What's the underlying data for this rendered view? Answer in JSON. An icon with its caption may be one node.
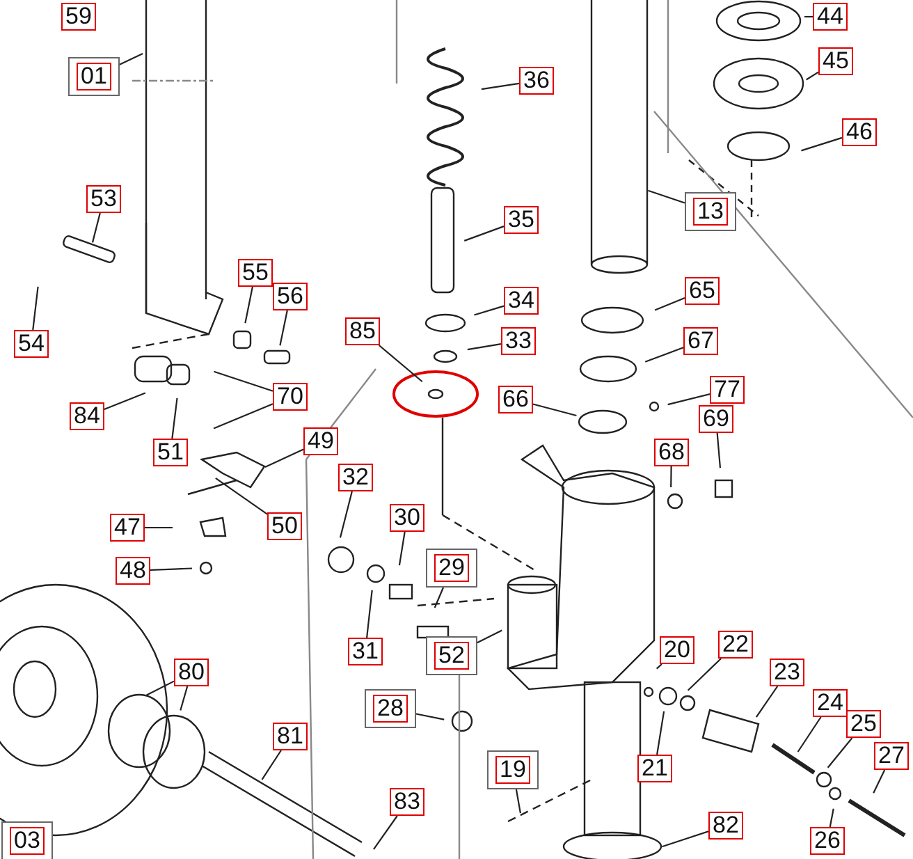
{
  "diagram": {
    "nodes": [
      {
        "text": [
          "59"
        ]
      },
      {
        "text": [
          "01"
        ]
      },
      {
        "text": [
          "44"
        ]
      },
      {
        "text": [
          "36"
        ]
      },
      {
        "text": [
          "45"
        ]
      },
      {
        "text": [
          "46"
        ]
      },
      {
        "text": [
          "53"
        ]
      },
      {
        "text": [
          "13"
        ]
      },
      {
        "text": [
          "35"
        ]
      },
      {
        "text": [
          "55"
        ]
      },
      {
        "text": [
          "56"
        ]
      },
      {
        "text": [
          "65"
        ]
      },
      {
        "text": [
          "34"
        ]
      },
      {
        "text": [
          "54"
        ]
      },
      {
        "text": [
          "85"
        ]
      },
      {
        "text": [
          "33"
        ]
      },
      {
        "text": [
          "67"
        ]
      },
      {
        "text": [
          "70"
        ]
      },
      {
        "text": [
          "84"
        ]
      },
      {
        "text": [
          "77"
        ]
      },
      {
        "text": [
          "66"
        ]
      },
      {
        "text": [
          "51"
        ]
      },
      {
        "text": [
          "68"
        ]
      },
      {
        "text": [
          "69"
        ]
      },
      {
        "text": [
          "49"
        ]
      },
      {
        "text": [
          "32"
        ]
      },
      {
        "text": [
          "30"
        ]
      },
      {
        "text": [
          "50"
        ]
      },
      {
        "text": [
          "47"
        ]
      },
      {
        "text": [
          "29"
        ]
      },
      {
        "text": [
          "48"
        ]
      },
      {
        "text": [
          "31"
        ]
      },
      {
        "text": [
          "52"
        ]
      },
      {
        "text": [
          "20"
        ]
      },
      {
        "text": [
          "22"
        ]
      },
      {
        "text": [
          "80"
        ]
      },
      {
        "text": [
          "23"
        ]
      },
      {
        "text": [
          "28"
        ]
      },
      {
        "text": [
          "24"
        ]
      },
      {
        "text": [
          "25"
        ]
      },
      {
        "text": [
          "21"
        ]
      },
      {
        "text": [
          "81"
        ]
      },
      {
        "text": [
          "19"
        ]
      },
      {
        "text": [
          "27"
        ]
      },
      {
        "text": [
          "83"
        ]
      },
      {
        "text": [
          "82"
        ]
      },
      {
        "text": [
          "26"
        ]
      },
      {
        "text": [
          "03"
        ]
      }
    ],
    "edges": [
      {
        "from": 1,
        "to": null,
        "arrow": "none"
      },
      {
        "from": 2,
        "to": null,
        "arrow": "none"
      },
      {
        "from": 3,
        "to": null,
        "arrow": "none"
      },
      {
        "from": 4,
        "to": null,
        "arrow": "none"
      },
      {
        "from": 5,
        "to": null,
        "arrow": "none"
      },
      {
        "from": 6,
        "to": null,
        "arrow": "none"
      },
      {
        "from": 7,
        "to": null,
        "arrow": "none"
      },
      {
        "from": 8,
        "to": null,
        "arrow": "none"
      },
      {
        "from": 9,
        "to": null,
        "arrow": "none"
      },
      {
        "from": 10,
        "to": null,
        "arrow": "none"
      },
      {
        "from": 11,
        "to": null,
        "arrow": "none"
      },
      {
        "from": 12,
        "to": null,
        "arrow": "none"
      },
      {
        "from": 13,
        "to": null,
        "arrow": "none"
      },
      {
        "from": 14,
        "to": null,
        "arrow": "none"
      },
      {
        "from": 15,
        "to": null,
        "arrow": "none"
      },
      {
        "from": 16,
        "to": null,
        "arrow": "none"
      },
      {
        "from": 17,
        "to": null,
        "arrow": "none"
      },
      {
        "from": 17,
        "to": null,
        "arrow": "none"
      },
      {
        "from": 18,
        "to": null,
        "arrow": "none"
      },
      {
        "from": 19,
        "to": null,
        "arrow": "none"
      },
      {
        "from": 20,
        "to": null,
        "arrow": "none"
      },
      {
        "from": 21,
        "to": null,
        "arrow": "none"
      },
      {
        "from": 22,
        "to": null,
        "arrow": "none"
      },
      {
        "from": 23,
        "to": null,
        "arrow": "none"
      },
      {
        "from": 24,
        "to": null,
        "arrow": "none"
      },
      {
        "from": 25,
        "to": null,
        "arrow": "none"
      },
      {
        "from": 26,
        "to": null,
        "arrow": "none"
      },
      {
        "from": 27,
        "to": null,
        "arrow": "none"
      },
      {
        "from": 28,
        "to": null,
        "arrow": "none"
      },
      {
        "from": 29,
        "to": null,
        "arrow": "none"
      },
      {
        "from": 30,
        "to": null,
        "arrow": "none"
      },
      {
        "from": 31,
        "to": null,
        "arrow": "none"
      },
      {
        "from": 32,
        "to": null,
        "arrow": "none"
      },
      {
        "from": 33,
        "to": null,
        "arrow": "none"
      },
      {
        "from": 34,
        "to": null,
        "arrow": "none"
      },
      {
        "from": 35,
        "to": null,
        "arrow": "none"
      },
      {
        "from": 35,
        "to": null,
        "arrow": "none"
      },
      {
        "from": 36,
        "to": null,
        "arrow": "none"
      },
      {
        "from": 37,
        "to": null,
        "arrow": "none"
      },
      {
        "from": 38,
        "to": null,
        "arrow": "none"
      },
      {
        "from": 39,
        "to": null,
        "arrow": "none"
      },
      {
        "from": 40,
        "to": null,
        "arrow": "none"
      },
      {
        "from": 41,
        "to": null,
        "arrow": "none"
      },
      {
        "from": 42,
        "to": null,
        "arrow": "none"
      },
      {
        "from": 43,
        "to": null,
        "arrow": "none"
      },
      {
        "from": 44,
        "to": null,
        "arrow": "none"
      },
      {
        "from": 45,
        "to": null,
        "arrow": "none"
      },
      {
        "from": 46,
        "to": null,
        "arrow": "none"
      }
    ]
  }
}
